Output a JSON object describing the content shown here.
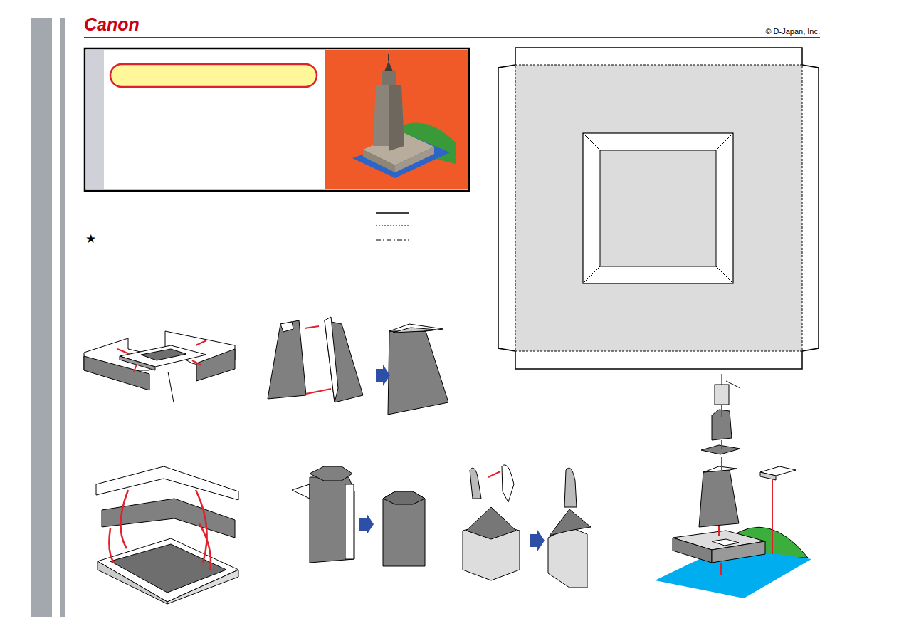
{
  "diagram": {
    "labels": [
      "Canon",
      "© D-Japan, Inc.",
      "★"
    ]
  }
}
